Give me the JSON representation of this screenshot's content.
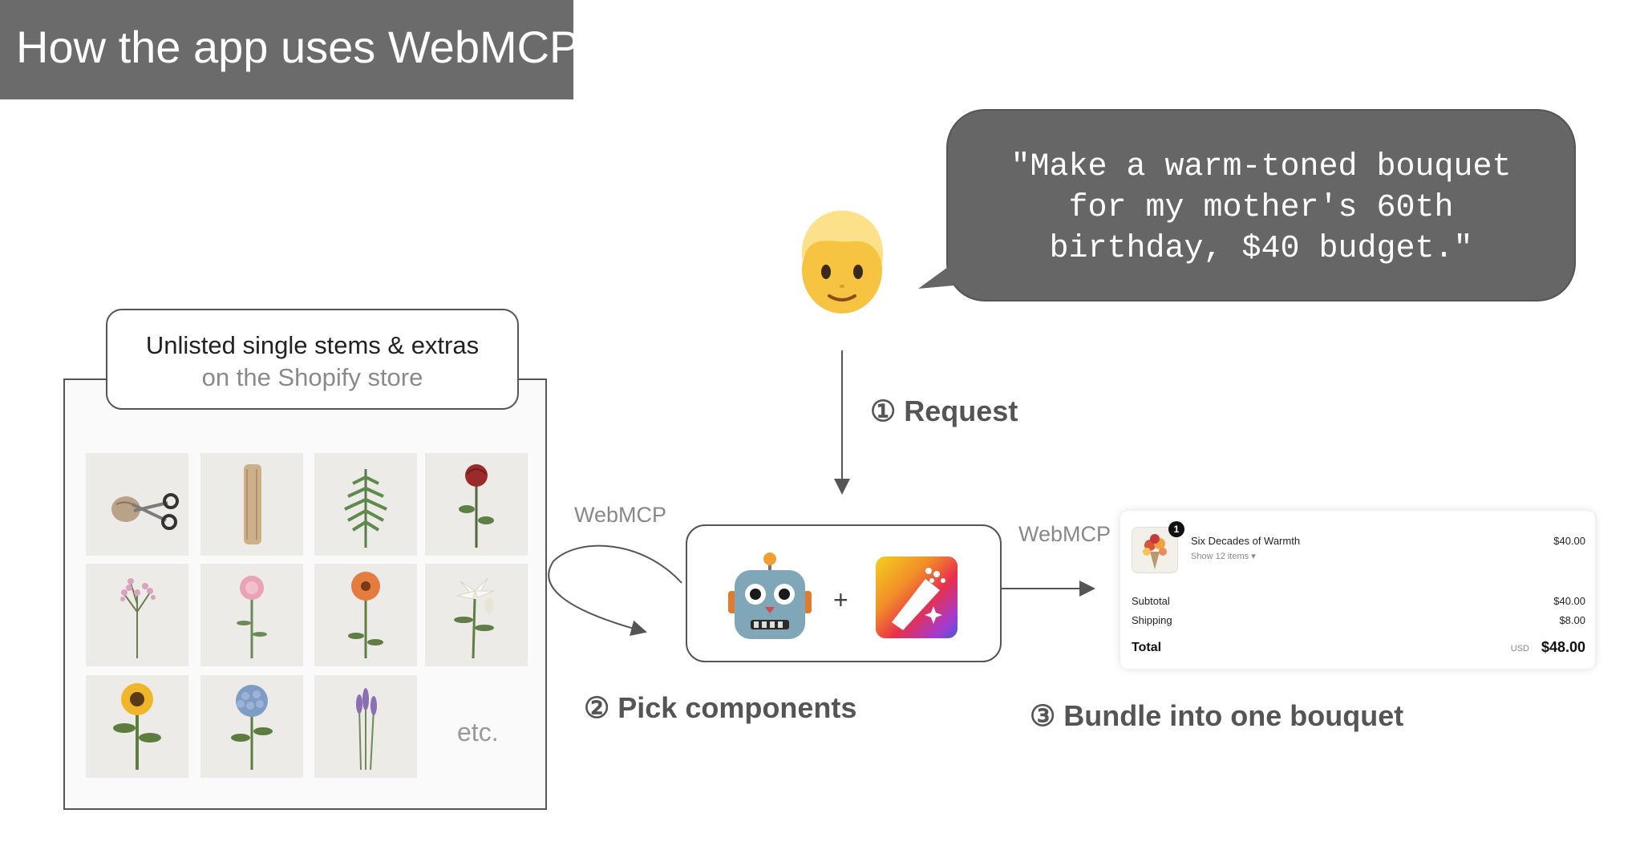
{
  "title": "How the app uses WebMCP",
  "user_request": {
    "line1": "\"Make a warm-toned bouquet",
    "line2": "for my mother's 60th",
    "line3": "birthday, $40 budget.\""
  },
  "catalog": {
    "label_line1": "Unlisted single stems & extras",
    "label_line2": "on the Shopify store",
    "items": [
      "scissors-and-twine",
      "kraft-paper-roll",
      "fern",
      "red-rose",
      "pink-waxflower",
      "pink-carnation",
      "orange-gerbera",
      "white-lily",
      "sunflower",
      "blue-hydrangea",
      "lavender"
    ],
    "more": "etc."
  },
  "steps": {
    "request": "① Request",
    "pick": "② Pick components",
    "bundle": "③ Bundle into one bouquet"
  },
  "protocol_label_left": "WebMCP",
  "protocol_label_right": "WebMCP",
  "agent": {
    "plus": "+"
  },
  "cart": {
    "badge": "1",
    "product": "Six Decades of Warmth",
    "show_items": "Show 12 items ▾",
    "price": "$40.00",
    "subtotal_label": "Subtotal",
    "subtotal": "$40.00",
    "shipping_label": "Shipping",
    "shipping": "$8.00",
    "total_label": "Total",
    "currency": "USD",
    "total": "$48.00"
  },
  "colors": {
    "title_bg": "#6b6b6b",
    "bubble_bg": "#666666",
    "arrow": "#555555"
  }
}
